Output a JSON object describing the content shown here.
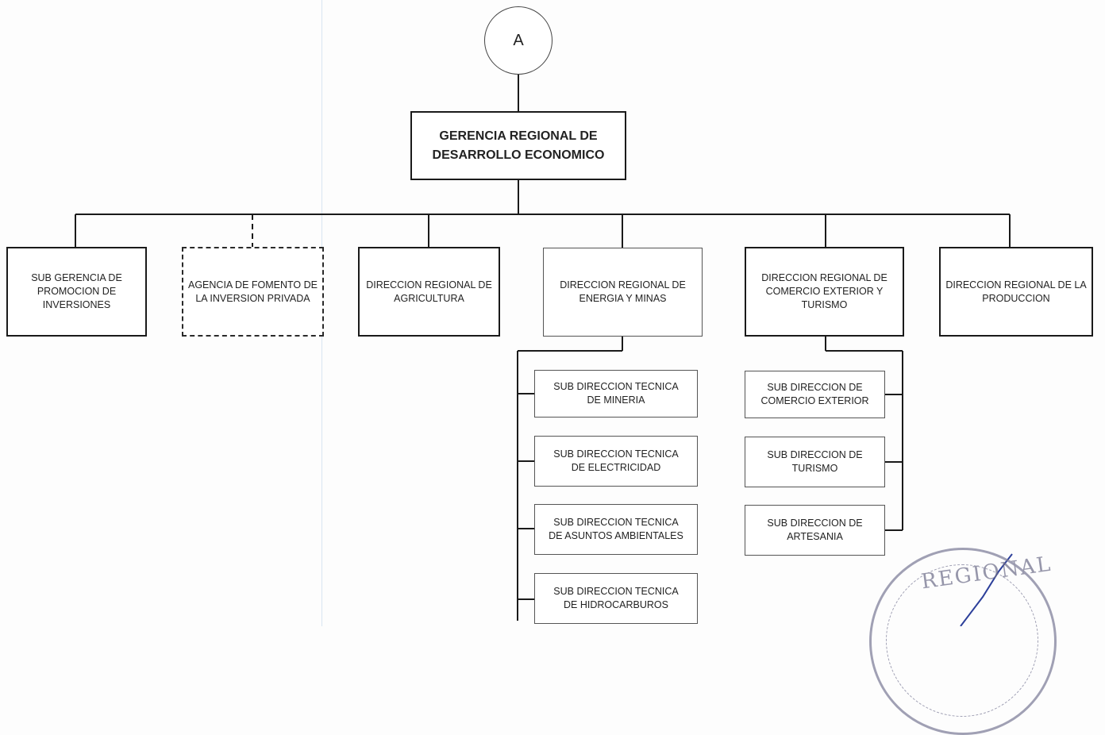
{
  "connector_label": "A",
  "main": "GERENCIA REGIONAL DE\nDESARROLLO ECONOMICO",
  "departments": {
    "promocion": "SUB GERENCIA DE\nPROMOCION DE\nINVERSIONES",
    "agencia": "AGENCIA DE FOMENTO DE\nLA INVERSION PRIVADA",
    "agricultura": "DIRECCION REGIONAL DE\nAGRICULTURA",
    "energia": "DIRECCION REGIONAL DE\nENERGIA Y MINAS",
    "comercio": "DIRECCION REGIONAL DE\nCOMERCIO EXTERIOR Y\nTURISMO",
    "produccion": "DIRECCION REGIONAL DE LA\nPRODUCCION"
  },
  "energia_subs": {
    "mineria": "SUB  DIRECCION TECNICA\nDE MINERIA",
    "electricidad": "SUB DIRECCION TECNICA\nDE ELECTRICIDAD",
    "ambientales": "SUB DIRECCION TECNICA\nDE ASUNTOS AMBIENTALES",
    "hidrocarburos": "SUB DIRECCION TECNICA\nDE HIDROCARBUROS"
  },
  "comercio_subs": {
    "comercio_exterior": "SUB DIRECCION DE\nCOMERCIO EXTERIOR",
    "turismo": "SUB DIRECCION DE\nTURISMO",
    "artesania": "SUB DIRECCION DE\nARTESANIA"
  },
  "seal_text": "REGIONAL"
}
